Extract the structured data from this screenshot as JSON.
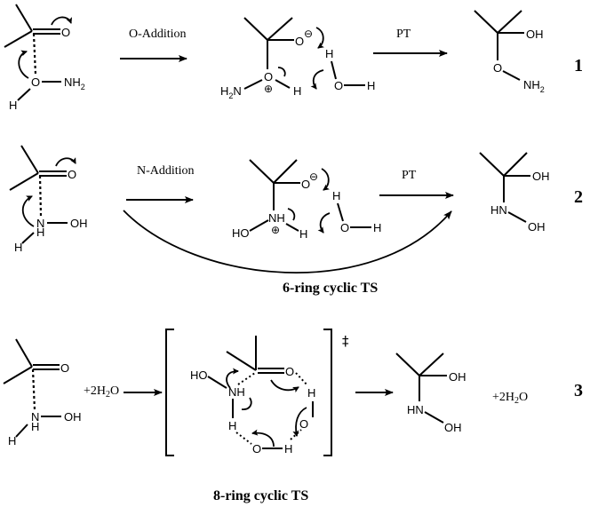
{
  "reactions": [
    {
      "number": "1",
      "reactant": {
        "atoms": [
          "O",
          "O",
          "NH2",
          "H"
        ]
      },
      "step1_label": "O-Addition",
      "intermediate": {
        "atoms": [
          "O",
          "O",
          "H2N",
          "H",
          "H",
          "O",
          "H"
        ],
        "charges": [
          "minus",
          "plus"
        ]
      },
      "step2_label": "PT",
      "product": {
        "atoms": [
          "OH",
          "O",
          "NH2"
        ]
      }
    },
    {
      "number": "2",
      "reactant": {
        "atoms": [
          "O",
          "N",
          "H",
          "OH",
          "H"
        ]
      },
      "step1_label": "N-Addition",
      "intermediate": {
        "atoms": [
          "O",
          "NH",
          "HO",
          "H",
          "H",
          "O",
          "H"
        ],
        "charges": [
          "minus",
          "plus"
        ]
      },
      "step2_label": "PT",
      "product": {
        "atoms": [
          "OH",
          "HN",
          "OH"
        ]
      },
      "bypass_label": "6-ring cyclic TS"
    },
    {
      "number": "3",
      "reactant": {
        "atoms": [
          "O",
          "N",
          "H",
          "OH",
          "H"
        ]
      },
      "reagent": "+2H2O",
      "transition_state": {
        "atoms": [
          "HO",
          "NH",
          "O",
          "H",
          "O",
          "H",
          "O",
          "H"
        ],
        "symbol": "‡"
      },
      "product": {
        "atoms": [
          "OH",
          "HN",
          "OH"
        ]
      },
      "coproduct": "+2H2O",
      "ts_label": "8-ring cyclic TS"
    }
  ]
}
